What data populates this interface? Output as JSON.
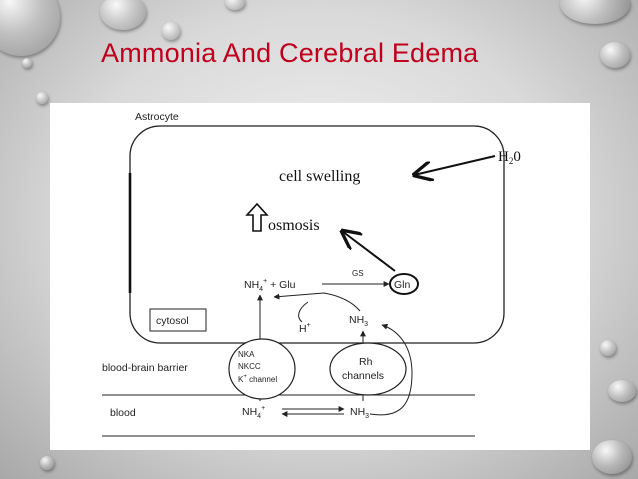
{
  "slide": {
    "title": "Ammonia And Cerebral Edema"
  },
  "diagram": {
    "astrocyte": "Astrocyte",
    "cell_swelling": "cell swelling",
    "water": "H",
    "water_sub": "2",
    "water_tail": "0",
    "osmosis": "osmosis",
    "gs": "GS",
    "gln": "Gln",
    "nh4_glu_base": "NH",
    "nh4_glu_sub": "4",
    "nh4_glu_sup": "+",
    "nh4_glu_tail": " + Glu",
    "hplus_base": "H",
    "hplus_sup": "+",
    "nh3_cell_base": "NH",
    "nh3_cell_sub": "3",
    "cytosol": "cytosol",
    "bbb": "blood-brain barrier",
    "blood": "blood",
    "nka": "NKA",
    "nkcc": "NKCC",
    "k_base": "K",
    "k_sup": "+",
    "k_tail": " channel",
    "rh_line1": "Rh",
    "rh_line2": "channels",
    "nh4_blood_base": "NH",
    "nh4_blood_sub": "4",
    "nh4_blood_sup": "+",
    "nh3_blood_base": "NH",
    "nh3_blood_sub": "3"
  }
}
